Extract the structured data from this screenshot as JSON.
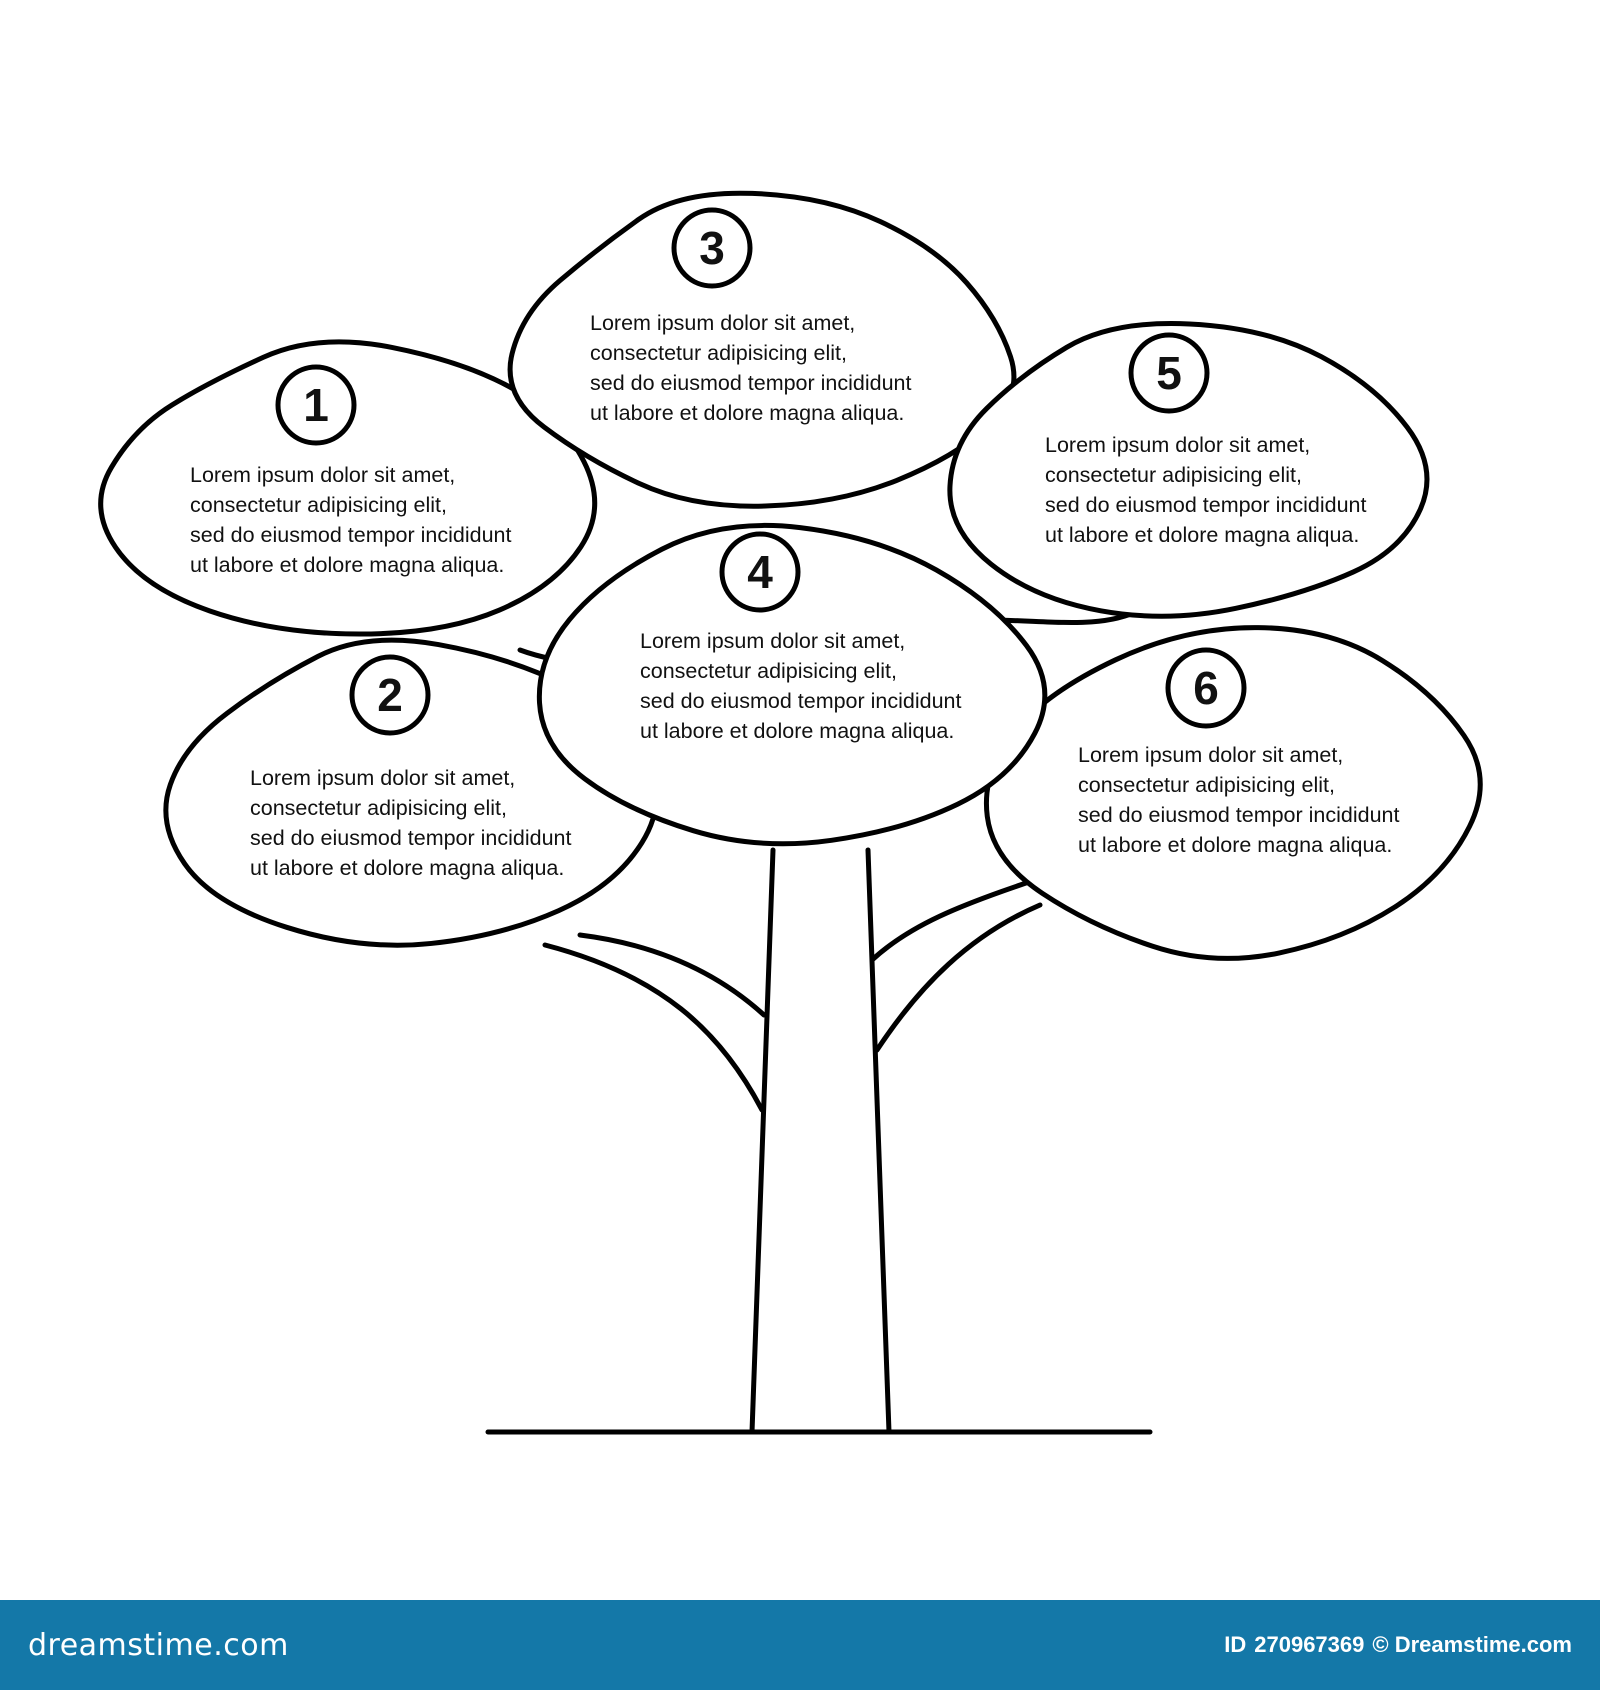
{
  "colors": {
    "background": "#ffffff",
    "line": "#000000",
    "text": "#111111",
    "footer": "#1478a8",
    "footer_text": "#ffffff"
  },
  "clouds": [
    {
      "number": "1",
      "lines": [
        "Lorem ipsum dolor sit amet,",
        "consectetur adipisicing elit,",
        "sed do eiusmod tempor incididunt",
        "ut labore et dolore magna aliqua."
      ]
    },
    {
      "number": "2",
      "lines": [
        "Lorem ipsum dolor sit amet,",
        "consectetur adipisicing elit,",
        "sed do eiusmod tempor incididunt",
        "ut labore et dolore magna aliqua."
      ]
    },
    {
      "number": "3",
      "lines": [
        "Lorem ipsum dolor sit amet,",
        "consectetur adipisicing elit,",
        "sed do eiusmod tempor incididunt",
        "ut labore et dolore magna aliqua."
      ]
    },
    {
      "number": "4",
      "lines": [
        "Lorem ipsum dolor sit amet,",
        "consectetur adipisicing elit,",
        "sed do eiusmod tempor incididunt",
        "ut labore et dolore magna aliqua."
      ]
    },
    {
      "number": "5",
      "lines": [
        "Lorem ipsum dolor sit amet,",
        "consectetur adipisicing elit,",
        "sed do eiusmod tempor incididunt",
        "ut labore et dolore magna aliqua."
      ]
    },
    {
      "number": "6",
      "lines": [
        "Lorem ipsum dolor sit amet,",
        "consectetur adipisicing elit,",
        "sed do eiusmod tempor incididunt",
        "ut labore et dolore magna aliqua."
      ]
    }
  ],
  "footer": {
    "brand": "dreamstime.com",
    "id_label": "ID",
    "id_value": "270967369",
    "credit": "© Dreamstime.com"
  }
}
